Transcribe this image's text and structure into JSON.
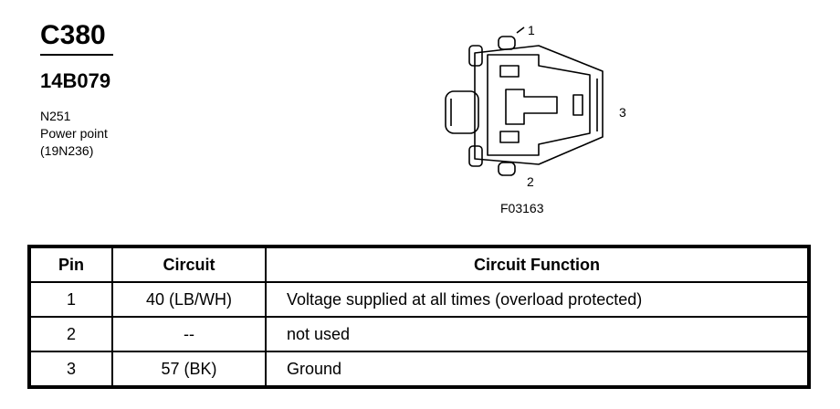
{
  "header": {
    "connector_id": "C380",
    "part_number": "14B079",
    "location_code": "N251",
    "description": "Power point",
    "reference": "(19N236)"
  },
  "diagram": {
    "figure_id": "F03163",
    "pin_labels": [
      "1",
      "2",
      "3"
    ]
  },
  "table": {
    "headers": [
      "Pin",
      "Circuit",
      "Circuit Function"
    ],
    "rows": [
      {
        "pin": "1",
        "circuit": "40 (LB/WH)",
        "function": "Voltage supplied at all times (overload protected)"
      },
      {
        "pin": "2",
        "circuit": "--",
        "function": "not used"
      },
      {
        "pin": "3",
        "circuit": "57 (BK)",
        "function": "Ground"
      }
    ]
  }
}
